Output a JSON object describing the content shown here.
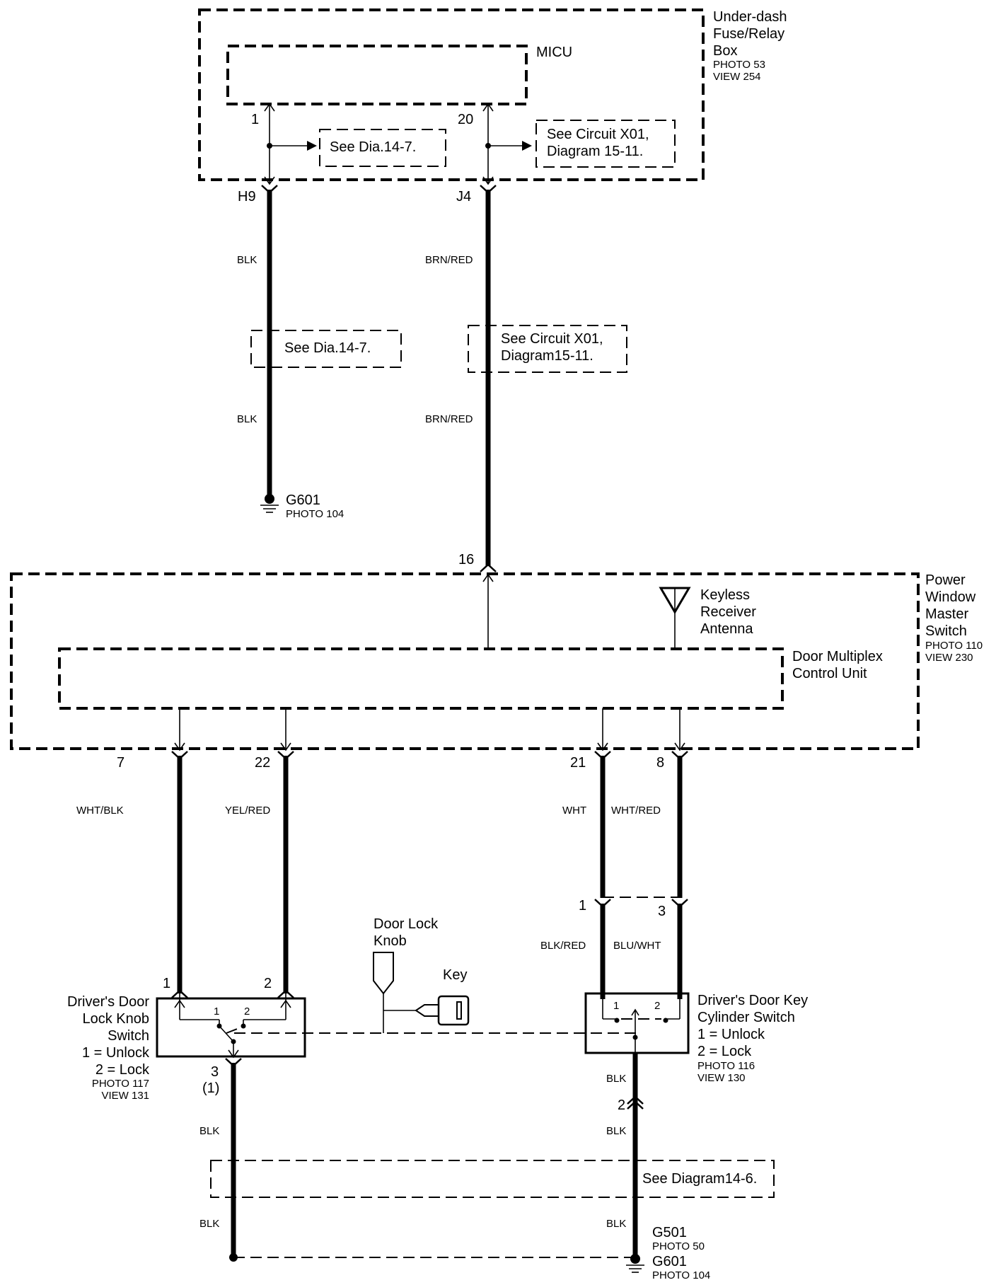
{
  "components": {
    "under_dash": {
      "lines": [
        "Under-dash",
        "Fuse/Relay",
        "Box"
      ],
      "photo": "PHOTO 53",
      "view": "VIEW 254"
    },
    "micu": {
      "label": "MICU"
    },
    "pwms": {
      "lines": [
        "Power",
        "Window",
        "Master",
        "Switch"
      ],
      "photo": "PHOTO 110",
      "view": "VIEW 230"
    },
    "keyless": {
      "lines": [
        "Keyless",
        "Receiver",
        "Antenna"
      ]
    },
    "dmcu": {
      "lines": [
        "Door Multiplex",
        "Control Unit"
      ]
    },
    "knob_switch": {
      "lines": [
        "Driver's Door",
        "Lock Knob",
        "Switch",
        "1 = Unlock",
        "2 = Lock"
      ],
      "photo": "PHOTO 117",
      "view": "VIEW 131"
    },
    "key_switch": {
      "lines": [
        "Driver's Door Key",
        "Cylinder Switch",
        "1 = Unlock",
        "2 = Lock"
      ],
      "photo": "PHOTO 116",
      "view": "VIEW 130"
    },
    "door_lock_knob": {
      "lines": [
        "Door Lock",
        "Knob"
      ]
    },
    "key": {
      "label": "Key"
    }
  },
  "grounds": {
    "g601_top": {
      "label": "G601",
      "photo": "PHOTO 104"
    },
    "g501": {
      "label": "G501",
      "photo": "PHOTO 50"
    },
    "g601_bottom": {
      "label": "G601",
      "photo": "PHOTO 104"
    }
  },
  "references": {
    "micu_left": "See Dia.14-7.",
    "micu_right": [
      "See Circuit X01,",
      "Diagram 15-11."
    ],
    "mid_left": "See Dia.14-7.",
    "mid_right": [
      "See Circuit X01,",
      "Diagram15-11."
    ],
    "bottom": "See Diagram14-6."
  },
  "pins": {
    "micu_1": "1",
    "micu_20": "20",
    "conn_h9": "H9",
    "conn_j4": "J4",
    "pwms_16": "16",
    "pwms_7": "7",
    "pwms_22": "22",
    "pwms_21": "21",
    "pwms_8": "8",
    "knob_1": "1",
    "knob_2": "2",
    "knob_3": "3",
    "knob_3_alt": "(1)",
    "key_1": "1",
    "key_3": "3",
    "key_in_1": "1",
    "key_in_2": "2",
    "knob_in_1": "1",
    "knob_in_2": "2",
    "key_2_bottom": "2"
  },
  "wire_colors": {
    "blk_upper": "BLK",
    "brnred_upper": "BRN/RED",
    "blk_lower": "BLK",
    "brnred_lower": "BRN/RED",
    "whtblk": "WHT/BLK",
    "yelred": "YEL/RED",
    "wht": "WHT",
    "whtred": "WHT/RED",
    "blkred": "BLK/RED",
    "bluwht": "BLU/WHT",
    "blk_key_switch": "BLK",
    "blk_left_1": "BLK",
    "blk_left_2": "BLK",
    "blk_right_1": "BLK",
    "blk_right_2": "BLK"
  }
}
